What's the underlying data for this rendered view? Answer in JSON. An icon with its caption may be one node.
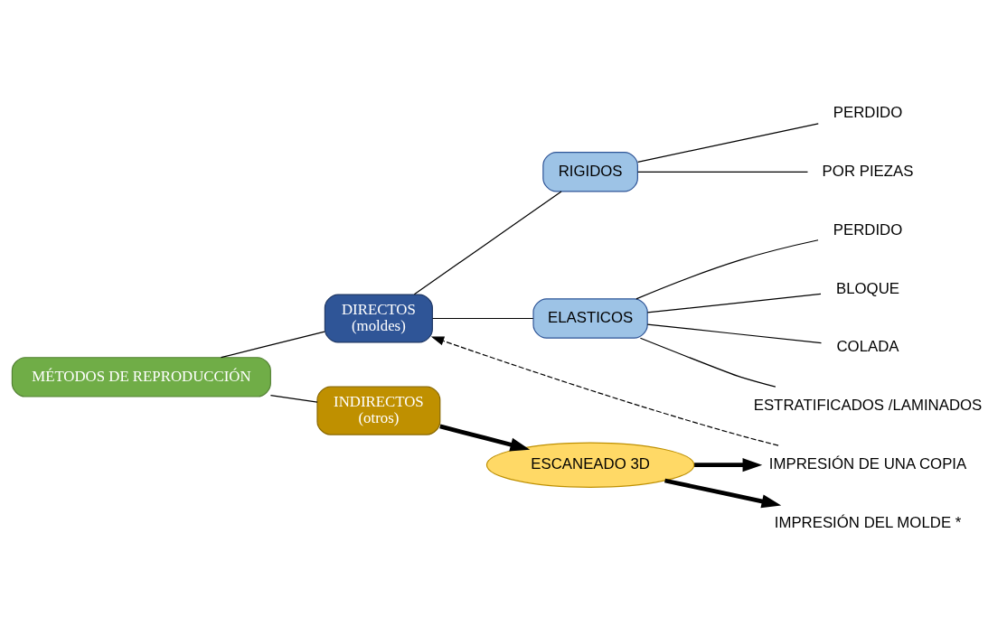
{
  "diagram": {
    "nodes": [
      {
        "text": [
          "MÉTODOS DE REPRODUCCIÓN"
        ]
      },
      {
        "text": [
          "DIRECTOS",
          "(moldes)"
        ]
      },
      {
        "text": [
          "INDIRECTOS",
          "(otros)"
        ]
      },
      {
        "text": [
          "RIGIDOS"
        ]
      },
      {
        "text": [
          "ELASTICOS"
        ]
      },
      {
        "text": [
          "PERDIDO"
        ]
      },
      {
        "text": [
          "POR PIEZAS"
        ]
      },
      {
        "text": [
          "PERDIDO"
        ]
      },
      {
        "text": [
          "BLOQUE"
        ]
      },
      {
        "text": [
          "COLADA"
        ]
      },
      {
        "text": [
          "ESTRATIFICADOS /LAMINADOS"
        ]
      },
      {
        "text": [
          "ESCANEADO 3D"
        ]
      },
      {
        "text": [
          "IMPRESIÓN DE UNA COPIA"
        ]
      },
      {
        "text": [
          "IMPRESIÓN DEL MOLDE *"
        ]
      }
    ],
    "edges": [
      {
        "from": 0,
        "to": 1,
        "arrow": "none"
      },
      {
        "from": 0,
        "to": 2,
        "arrow": "none"
      },
      {
        "from": 1,
        "to": 3,
        "arrow": "none"
      },
      {
        "from": 1,
        "to": 4,
        "arrow": "none"
      },
      {
        "from": 3,
        "to": 5,
        "arrow": "none"
      },
      {
        "from": 3,
        "to": 6,
        "arrow": "none"
      },
      {
        "from": 4,
        "to": 7,
        "arrow": "none"
      },
      {
        "from": 4,
        "to": 8,
        "arrow": "none"
      },
      {
        "from": 4,
        "to": 9,
        "arrow": "none"
      },
      {
        "from": 4,
        "to": 10,
        "arrow": "none"
      },
      {
        "from": 2,
        "to": 11,
        "arrow": "to",
        "style": "thick"
      },
      {
        "from": 11,
        "to": 12,
        "arrow": "to",
        "style": "thick"
      },
      {
        "from": 11,
        "to": 13,
        "arrow": "to",
        "style": "thick"
      },
      {
        "from": 12,
        "to": 1,
        "arrow": "to",
        "style": "dashed"
      }
    ]
  }
}
